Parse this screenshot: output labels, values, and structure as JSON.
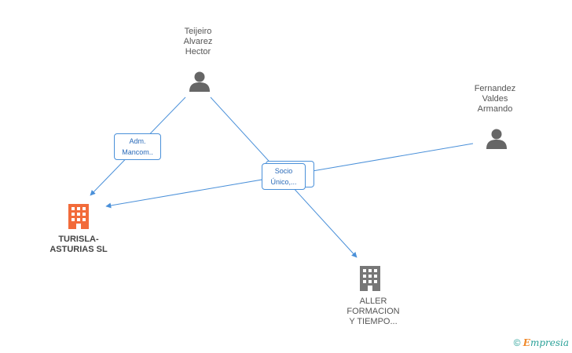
{
  "nodes": {
    "teijeiro": {
      "label": "Teijeiro\nAlvarez\nHector",
      "type": "person"
    },
    "fernandez": {
      "label": "Fernandez\nValdes\nArmando",
      "type": "person"
    },
    "turisla": {
      "label": "TURISLA-\nASTURIAS SL",
      "type": "company",
      "color": "#f26b3a"
    },
    "aller": {
      "label": "ALLER\nFORMACION\nY TIEMPO...",
      "type": "company",
      "color": "#777777"
    }
  },
  "edges": {
    "adm": {
      "label": "Adm.\nMancom.."
    },
    "socio": {
      "label": "Socio\nÚnico,..."
    }
  },
  "colors": {
    "edge": "#4a90d9",
    "person_icon": "#666666"
  },
  "footer": {
    "copyright": "©",
    "brand_first": "E",
    "brand_rest": "mpresia"
  }
}
